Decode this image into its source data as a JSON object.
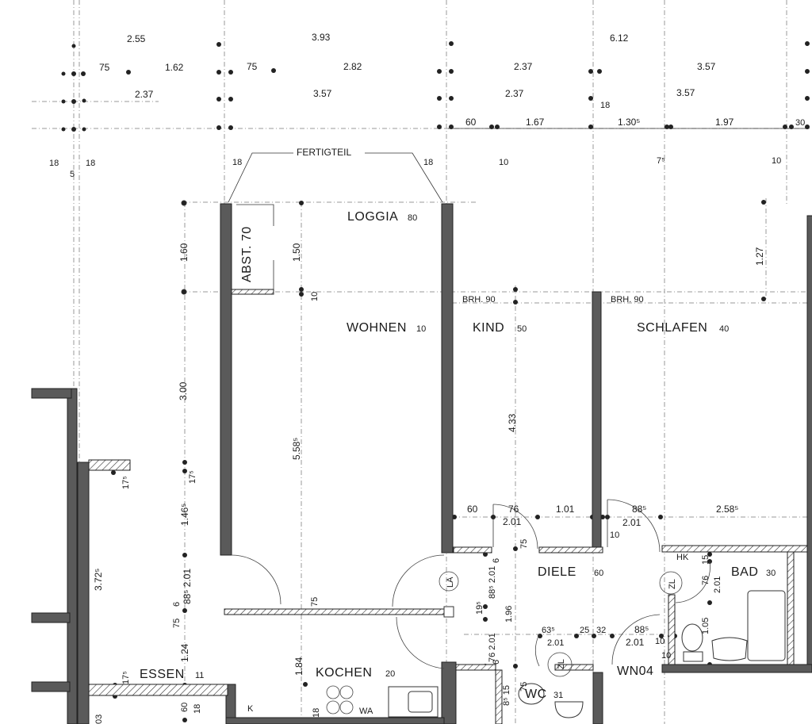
{
  "plan": {
    "fertigteil": "FERTIGTEIL",
    "rooms": {
      "loggia": {
        "name": "LOGGIA",
        "num": "80"
      },
      "wohnen": {
        "name": "WOHNEN",
        "num": "10"
      },
      "kind": {
        "name": "KIND",
        "num": "50"
      },
      "schlafen": {
        "name": "SCHLAFEN",
        "num": "40"
      },
      "diele": {
        "name": "DIELE",
        "num": "60"
      },
      "bad": {
        "name": "BAD",
        "num": "30"
      },
      "kochen": {
        "name": "KOCHEN",
        "num": "20"
      },
      "essen": {
        "name": "ESSEN",
        "num": "11"
      },
      "wc": {
        "name": "WC",
        "num": "31"
      },
      "abst": "ABST. 70",
      "wn": "WN04",
      "brh1": "BRH. 90",
      "brh2": "BRH. 90",
      "hk": "HK",
      "k": "K",
      "wa": "WA",
      "la": "LA",
      "zl1": "ZL",
      "zl2": "ZL"
    },
    "top_dims": [
      "2.55",
      "75",
      "1.62",
      "2.37",
      "3.93",
      "75",
      "2.82",
      "3.57",
      "2.37",
      "2.37",
      "6.12",
      "3.57",
      "3.57",
      "60",
      "1.67",
      "1.30⁵",
      "1.97",
      "30",
      "18",
      "18",
      "5",
      "18",
      "18",
      "10",
      "7⁵",
      "10",
      "18"
    ],
    "inner_dims": [
      "1.60",
      "1.50",
      "10",
      "3.00",
      "5.58⁵",
      "4.33",
      "1.27",
      "17⁵",
      "17⁵",
      "1.46⁵",
      "3.72⁵",
      "88⁵ 2.01",
      "6",
      "75",
      "1.24",
      "17⁵",
      "1.84",
      "60",
      "18",
      "18",
      "75",
      "03"
    ],
    "diele_dims": [
      "60",
      "76",
      "2.01",
      "1.01",
      "88⁵",
      "2.01",
      "10",
      "2.58⁵",
      "75",
      "6",
      "88⁵ 2.01",
      "19⁵",
      "1.96",
      "76 2.01",
      "6",
      "63⁵",
      "2.01",
      "25",
      "32",
      "88⁵",
      "2.01",
      "10",
      "10",
      "76",
      "2.01",
      "1.05",
      "15",
      "75",
      "8⁵ 15"
    ]
  }
}
